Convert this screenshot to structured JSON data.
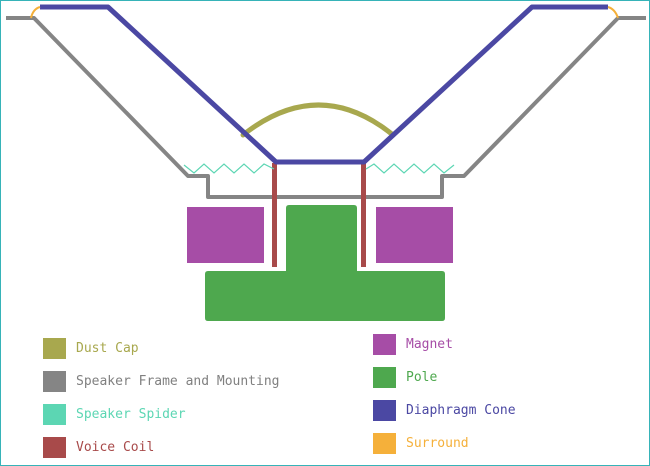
{
  "colors": {
    "dust_cap": "#a8a84e",
    "frame": "#858585",
    "spider": "#5cd6b3",
    "voice_coil": "#a84a4a",
    "magnet": "#a64da6",
    "pole": "#4ea84e",
    "cone": "#4b48a3",
    "surround": "#f5b03a",
    "border": "#36b3b8"
  },
  "legend": [
    {
      "key": "dust_cap",
      "label": "Dust Cap",
      "color": "#a8a84e",
      "text_color": "#a8a84e"
    },
    {
      "key": "frame",
      "label": "Speaker Frame and Mounting",
      "color": "#858585",
      "text_color": "#808080"
    },
    {
      "key": "spider",
      "label": "Speaker Spider",
      "color": "#5cd6b3",
      "text_color": "#5cd6b3"
    },
    {
      "key": "voice_coil",
      "label": "Voice Coil",
      "color": "#a84a4a",
      "text_color": "#a84a4a"
    },
    {
      "key": "magnet",
      "label": "Magnet",
      "color": "#a64da6",
      "text_color": "#a64da6"
    },
    {
      "key": "pole",
      "label": "Pole",
      "color": "#4ea84e",
      "text_color": "#4ea84e"
    },
    {
      "key": "cone",
      "label": "Diaphragm Cone",
      "color": "#4b48a3",
      "text_color": "#4b48a3"
    },
    {
      "key": "surround",
      "label": "Surround",
      "color": "#f5b03a",
      "text_color": "#f5b03a"
    }
  ]
}
